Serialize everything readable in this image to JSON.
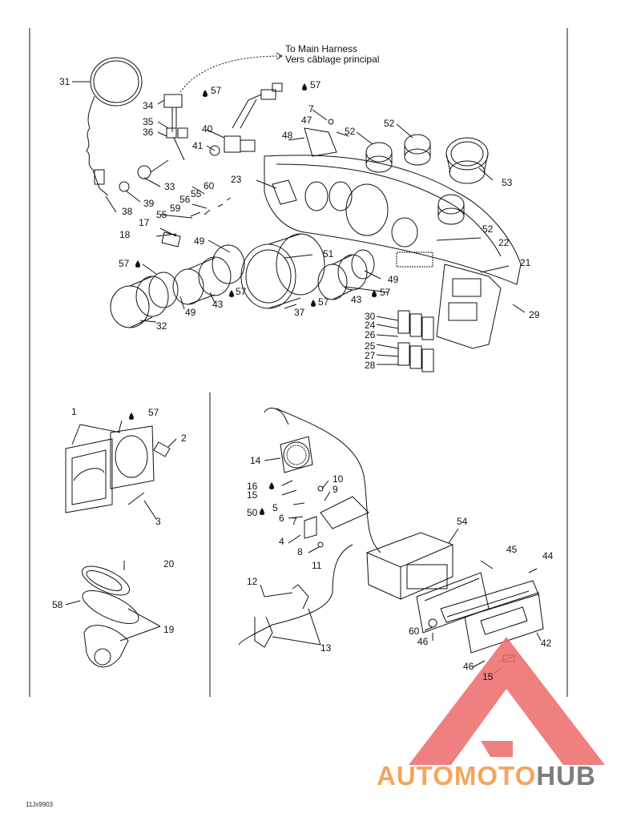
{
  "annotation": {
    "line1": "To Main Harness",
    "line2": "Vers câblage principal"
  },
  "drawing_code": "11Jx9903",
  "watermark": {
    "part1": "AUTOMOTO",
    "part2": "HUB",
    "color1": "#f3a65c",
    "color2": "#7d7d7d",
    "triangle_color": "#ee6b6b"
  },
  "callouts": {
    "c31": "31",
    "c34": "34",
    "c57a": "57",
    "c57b": "57",
    "c7": "7",
    "c35": "35",
    "c36": "36",
    "c40": "40",
    "c48": "48",
    "c47": "47",
    "c52a": "52",
    "c52b": "52",
    "c41": "41",
    "c23": "23",
    "c33": "33",
    "c53": "53",
    "c60a": "60",
    "c55a": "55",
    "c56": "56",
    "c39": "39",
    "c59": "59",
    "c38": "38",
    "c55b": "55",
    "c52c": "52",
    "c17": "17",
    "c18": "18",
    "c22": "22",
    "c49a": "49",
    "c51": "51",
    "c21": "21",
    "c57c": "57",
    "c49b": "49",
    "c57d": "57",
    "c43a": "43",
    "c57e": "57",
    "c43b": "43",
    "c57f": "57",
    "c32": "32",
    "c49c": "49",
    "c37": "37",
    "c30": "30",
    "c24": "24",
    "c26": "26",
    "c29": "29",
    "c25": "25",
    "c27": "27",
    "c28": "28",
    "c1": "1",
    "c57g": "57",
    "c2": "2",
    "c3": "3",
    "c20": "20",
    "c58": "58",
    "c19": "19",
    "c14": "14",
    "c10": "10",
    "c16": "16",
    "c9": "9",
    "c15a": "15",
    "c50": "50",
    "c5": "5",
    "c6": "6",
    "c7b": "7",
    "c54": "54",
    "c4": "4",
    "c8": "8",
    "c45": "45",
    "c11": "11",
    "c44": "44",
    "c12": "12",
    "c60b": "60",
    "c46a": "46",
    "c13": "13",
    "c42": "42",
    "c46b": "46",
    "c15b": "15"
  }
}
